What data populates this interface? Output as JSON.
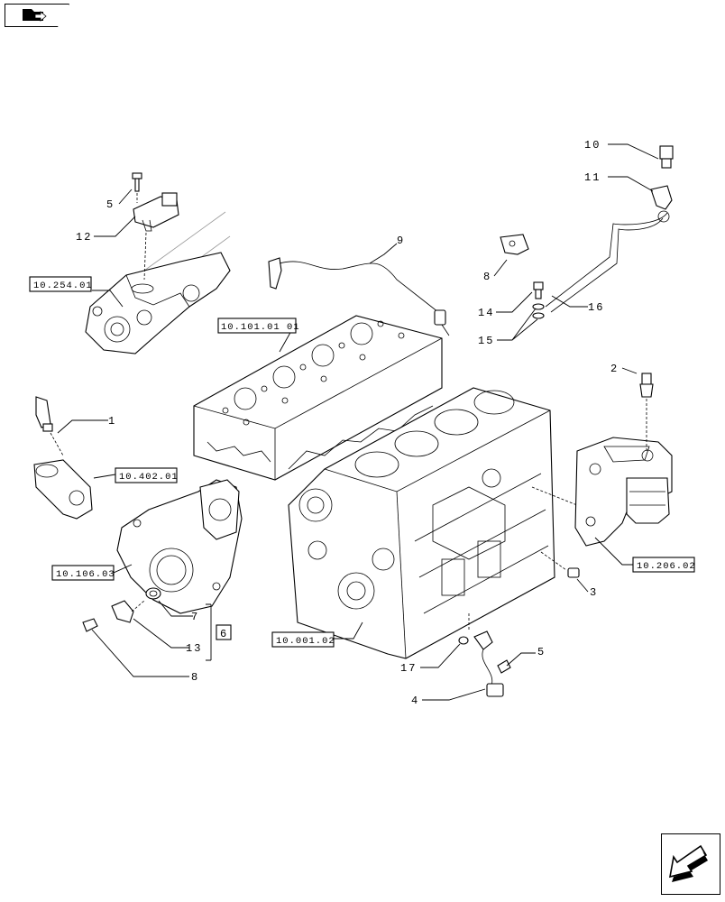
{
  "nav": {
    "top_icon": "folder-arrow-icon",
    "bottom_icon": "back-arrow-icon"
  },
  "callouts": {
    "c1": "1",
    "c2": "2",
    "c3": "3",
    "c4": "4",
    "c5a": "5",
    "c5b": "5",
    "c6": "6",
    "c7": "7",
    "c8a": "8",
    "c8b": "8",
    "c9": "9",
    "c10": "10",
    "c11": "11",
    "c12": "12",
    "c13": "13",
    "c14": "14",
    "c15": "15",
    "c16": "16",
    "c17": "17"
  },
  "references": {
    "r1": "10.254.01",
    "r2": "10.101.01 01",
    "r3": "10.402.01",
    "r4": "10.106.03",
    "r5": "10.001.02",
    "r6": "10.206.02"
  }
}
